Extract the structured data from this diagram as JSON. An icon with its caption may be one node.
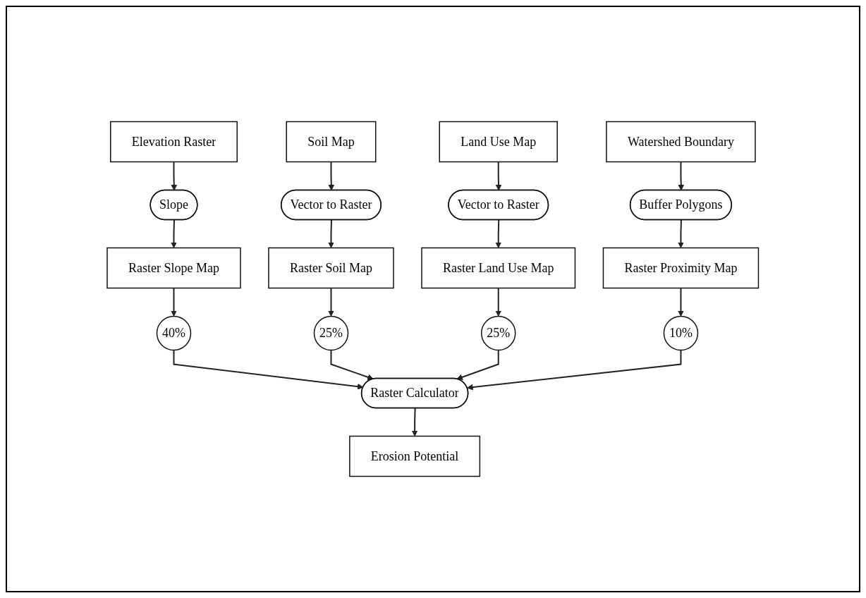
{
  "diagram": {
    "nodes": [
      {
        "text": [
          "Elevation Raster"
        ]
      },
      {
        "text": [
          "Soil Map"
        ]
      },
      {
        "text": [
          "Land Use Map"
        ]
      },
      {
        "text": [
          "Watershed Boundary"
        ]
      },
      {
        "text": [
          "Slope"
        ]
      },
      {
        "text": [
          "Vector to Raster"
        ]
      },
      {
        "text": [
          "Vector to Raster"
        ]
      },
      {
        "text": [
          "Buffer Polygons"
        ]
      },
      {
        "text": [
          "Raster Slope Map"
        ]
      },
      {
        "text": [
          "Raster Soil Map"
        ]
      },
      {
        "text": [
          "Raster Land Use Map"
        ]
      },
      {
        "text": [
          "Raster Proximity Map"
        ]
      },
      {
        "text": [
          "40%"
        ]
      },
      {
        "text": [
          "25%"
        ]
      },
      {
        "text": [
          "25%"
        ]
      },
      {
        "text": [
          "10%"
        ]
      },
      {
        "text": [
          "Raster Calculator"
        ]
      },
      {
        "text": [
          "Erosion Potential"
        ]
      }
    ],
    "edges": [
      {
        "from": 0,
        "to": 4,
        "arrow": "to"
      },
      {
        "from": 1,
        "to": 5,
        "arrow": "to"
      },
      {
        "from": 2,
        "to": 6,
        "arrow": "to"
      },
      {
        "from": 3,
        "to": 7,
        "arrow": "to"
      },
      {
        "from": 4,
        "to": 8,
        "arrow": "to"
      },
      {
        "from": 5,
        "to": 9,
        "arrow": "to"
      },
      {
        "from": 6,
        "to": 10,
        "arrow": "to"
      },
      {
        "from": 7,
        "to": 11,
        "arrow": "to"
      },
      {
        "from": 8,
        "to": 12,
        "arrow": "to"
      },
      {
        "from": 9,
        "to": 13,
        "arrow": "to"
      },
      {
        "from": 10,
        "to": 14,
        "arrow": "to"
      },
      {
        "from": 11,
        "to": 15,
        "arrow": "to"
      },
      {
        "from": 12,
        "to": 16,
        "arrow": "to"
      },
      {
        "from": 13,
        "to": 16,
        "arrow": "to"
      },
      {
        "from": 14,
        "to": 16,
        "arrow": "to"
      },
      {
        "from": 15,
        "to": 16,
        "arrow": "to"
      },
      {
        "from": 16,
        "to": 17,
        "arrow": "to"
      }
    ]
  }
}
